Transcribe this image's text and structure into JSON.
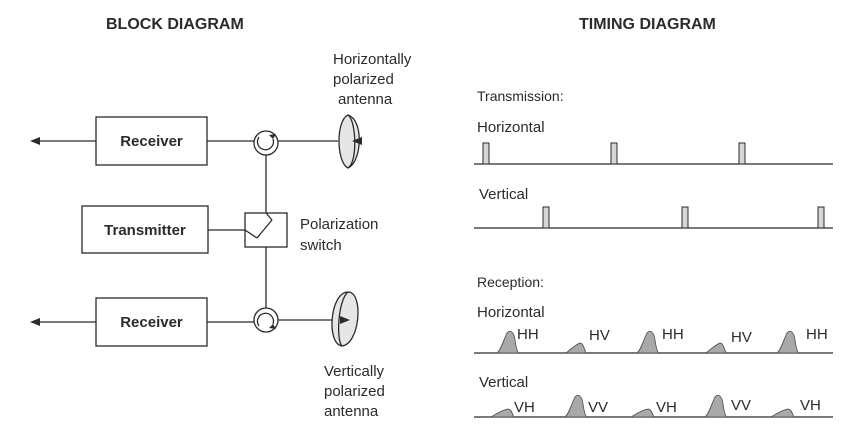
{
  "block_diagram": {
    "heading": "BLOCK DIAGRAM",
    "receiver_top": "Receiver",
    "transmitter": "Transmitter",
    "receiver_bottom": "Receiver",
    "switch_label_1": "Polarization",
    "switch_label_2": "switch",
    "h_antenna_1": "Horizontally",
    "h_antenna_2": "polarized",
    "h_antenna_3": "antenna",
    "v_antenna_1": "Vertically",
    "v_antenna_2": "polarized",
    "v_antenna_3": "antenna"
  },
  "timing_diagram": {
    "heading": "TIMING DIAGRAM",
    "transmission_title": "Transmission:",
    "tx_horizontal": "Horizontal",
    "tx_vertical": "Vertical",
    "reception_title": "Reception:",
    "rx_horizontal": "Horizontal",
    "rx_vertical": "Vertical",
    "rx_horizontal_echoes": [
      "HH",
      "HV",
      "HH",
      "HV",
      "HH"
    ],
    "rx_vertical_echoes": [
      "VH",
      "VV",
      "VH",
      "VV",
      "VH"
    ]
  }
}
